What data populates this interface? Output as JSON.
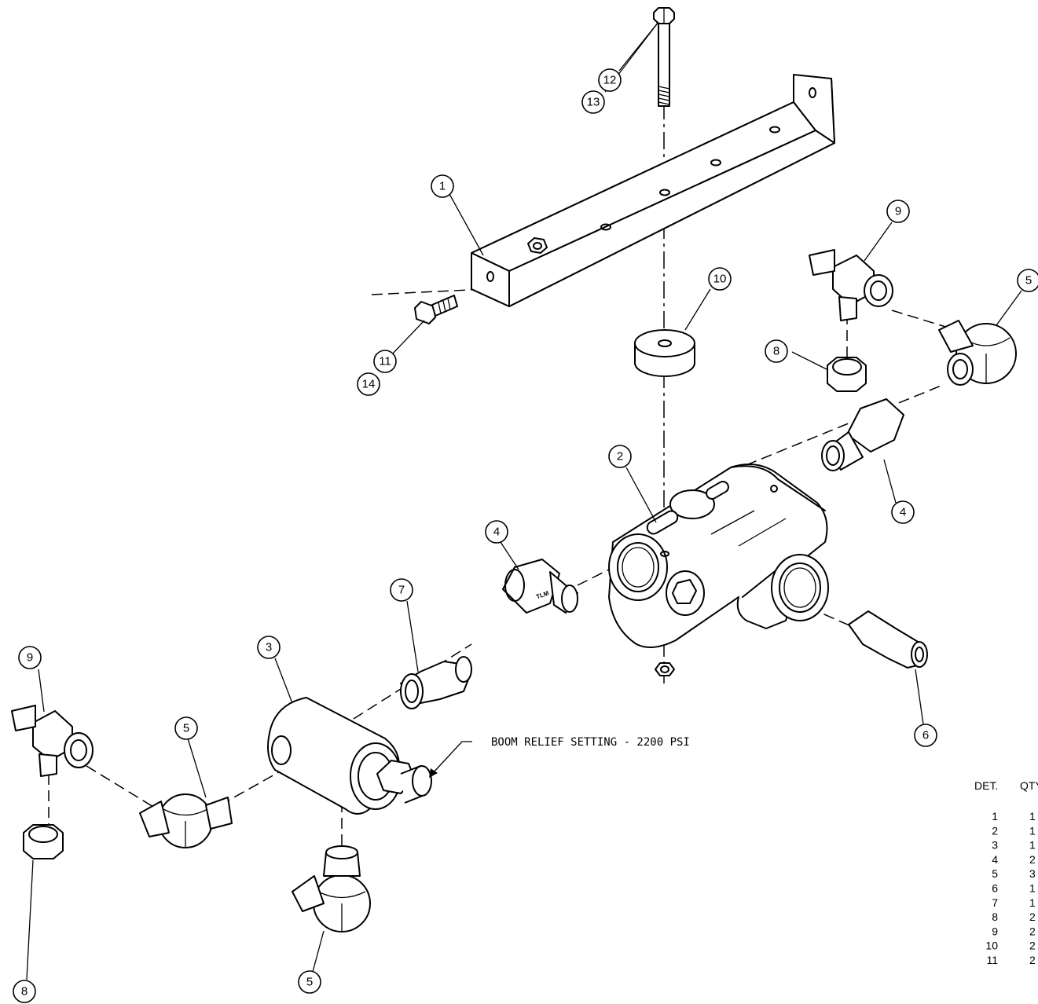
{
  "callouts": {
    "b1": "1",
    "b2": "2",
    "b3": "3",
    "b4a": "4",
    "b4b": "4",
    "b5a": "5",
    "b5b": "5",
    "b5c": "5",
    "b6": "6",
    "b7": "7",
    "b8a": "8",
    "b8b": "8",
    "b9a": "9",
    "b9b": "9",
    "b10": "10",
    "b11": "11",
    "b12": "12",
    "b13": "13",
    "b14": "14"
  },
  "note": "BOOM RELIEF SETTING - 2200 PSI",
  "fitting_stamp": "TLM",
  "parts_table": {
    "headers": [
      "DET.",
      "QTY"
    ],
    "rows": [
      {
        "det": "1",
        "qty": "1"
      },
      {
        "det": "2",
        "qty": "1"
      },
      {
        "det": "3",
        "qty": "1"
      },
      {
        "det": "4",
        "qty": "2"
      },
      {
        "det": "5",
        "qty": "3"
      },
      {
        "det": "6",
        "qty": "1"
      },
      {
        "det": "7",
        "qty": "1"
      },
      {
        "det": "8",
        "qty": "2"
      },
      {
        "det": "9",
        "qty": "2"
      },
      {
        "det": "10",
        "qty": "2"
      },
      {
        "det": "11",
        "qty": "2"
      }
    ]
  }
}
